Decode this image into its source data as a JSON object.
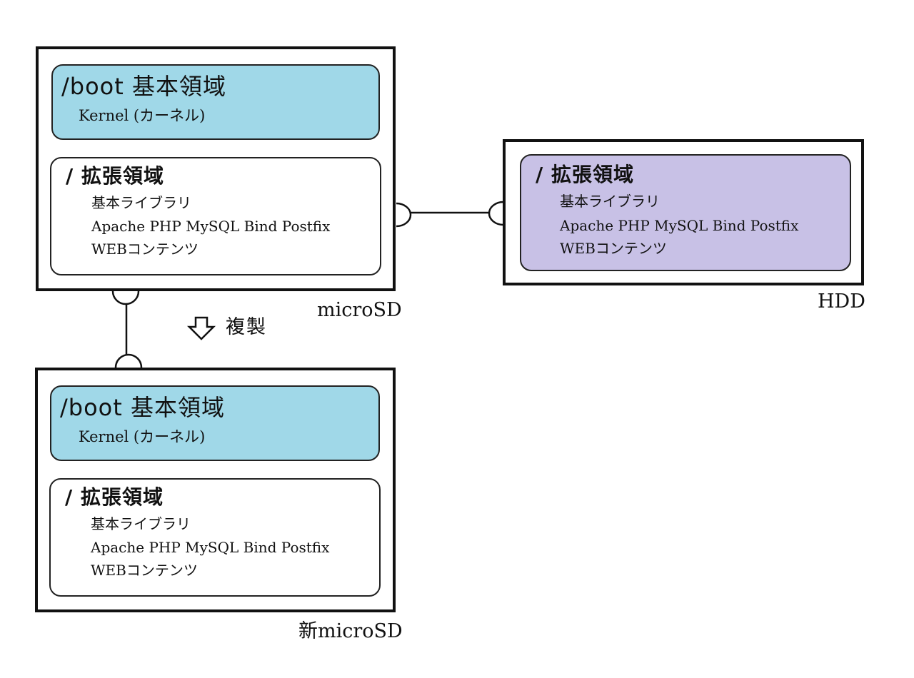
{
  "colors": {
    "boot_fill": "#a0d8e8",
    "hdd_fill": "#c8c1e6",
    "plain_fill": "#ffffff",
    "border": "#111111"
  },
  "devices": {
    "microsd": {
      "label": "microSD",
      "boot": {
        "title": "/boot 基本領域",
        "sub": "Kernel (カーネル)"
      },
      "ext": {
        "title": "/ 拡張領域",
        "lines": [
          "基本ライブラリ",
          "Apache PHP MySQL Bind Postfix",
          "WEBコンテンツ"
        ]
      }
    },
    "hdd": {
      "label": "HDD",
      "ext": {
        "title": "/ 拡張領域",
        "lines": [
          "基本ライブラリ",
          "Apache PHP MySQL Bind Postfix",
          "WEBコンテンツ"
        ]
      }
    },
    "new_microsd": {
      "label": "新microSD",
      "boot": {
        "title": "/boot 基本領域",
        "sub": "Kernel (カーネル)"
      },
      "ext": {
        "title": "/ 拡張領域",
        "lines": [
          "基本ライブラリ",
          "Apache PHP MySQL Bind Postfix",
          "WEBコンテンツ"
        ]
      }
    }
  },
  "copy_label": "複製",
  "icons": {
    "copy_arrow": "down-arrow-icon"
  }
}
